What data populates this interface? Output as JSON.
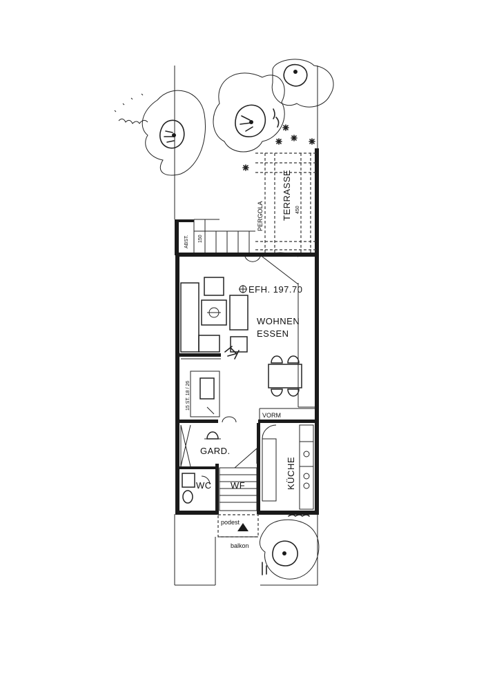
{
  "labels": {
    "terrace": "TERRASSE",
    "terrace_dim": "450",
    "pergola": "PERGOLA",
    "abst": "ABST.",
    "abst_dim": "150",
    "level": "EFH. 197.70",
    "living": "WOHNEN",
    "dining": "ESSEN",
    "stairs": "15 ST. 18 / 26",
    "vorm": "VORM",
    "garderobe": "GARD.",
    "kitchen": "KÜCHE",
    "wc": "WC",
    "wf": "WF",
    "podest": "podest",
    "balkon": "balkon"
  },
  "colors": {
    "ink": "#1a1a1a",
    "paper": "#ffffff"
  }
}
